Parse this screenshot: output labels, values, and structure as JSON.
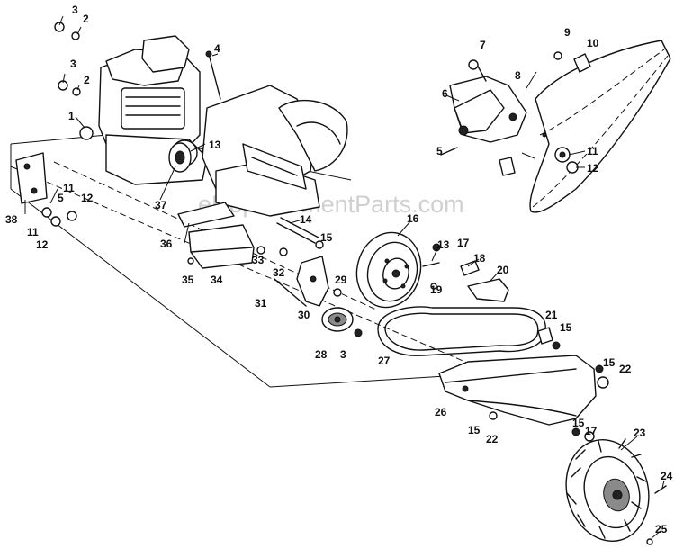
{
  "watermark": "eReplacementParts.com",
  "callouts": [
    {
      "id": "c3a",
      "text": "3"
    },
    {
      "id": "c2a",
      "text": "2"
    },
    {
      "id": "c4",
      "text": "4"
    },
    {
      "id": "c3b",
      "text": "3"
    },
    {
      "id": "c2b",
      "text": "2"
    },
    {
      "id": "c1",
      "text": "1"
    },
    {
      "id": "c13a",
      "text": "13"
    },
    {
      "id": "c37",
      "text": "37"
    },
    {
      "id": "c38",
      "text": "38"
    },
    {
      "id": "c11a",
      "text": "11"
    },
    {
      "id": "c5a",
      "text": "5"
    },
    {
      "id": "c12a",
      "text": "12"
    },
    {
      "id": "c11b",
      "text": "11"
    },
    {
      "id": "c12b",
      "text": "12"
    },
    {
      "id": "c36",
      "text": "36"
    },
    {
      "id": "c14",
      "text": "14"
    },
    {
      "id": "c16",
      "text": "16"
    },
    {
      "id": "c15a",
      "text": "15"
    },
    {
      "id": "c13b",
      "text": "13"
    },
    {
      "id": "c17a",
      "text": "17"
    },
    {
      "id": "c33",
      "text": "33"
    },
    {
      "id": "c35",
      "text": "35"
    },
    {
      "id": "c34",
      "text": "34"
    },
    {
      "id": "c32",
      "text": "32"
    },
    {
      "id": "c18",
      "text": "18"
    },
    {
      "id": "c20",
      "text": "20"
    },
    {
      "id": "c31",
      "text": "31"
    },
    {
      "id": "c29",
      "text": "29"
    },
    {
      "id": "c19",
      "text": "19"
    },
    {
      "id": "c30",
      "text": "30"
    },
    {
      "id": "c21",
      "text": "21"
    },
    {
      "id": "c15b",
      "text": "15"
    },
    {
      "id": "c28",
      "text": "28"
    },
    {
      "id": "c3c",
      "text": "3"
    },
    {
      "id": "c27",
      "text": "27"
    },
    {
      "id": "c15c",
      "text": "15"
    },
    {
      "id": "c22a",
      "text": "22"
    },
    {
      "id": "c26",
      "text": "26"
    },
    {
      "id": "c15d",
      "text": "15"
    },
    {
      "id": "c22b",
      "text": "22"
    },
    {
      "id": "c15e",
      "text": "15"
    },
    {
      "id": "c17b",
      "text": "17"
    },
    {
      "id": "c23",
      "text": "23"
    },
    {
      "id": "c24",
      "text": "24"
    },
    {
      "id": "c25",
      "text": "25"
    },
    {
      "id": "c7",
      "text": "7"
    },
    {
      "id": "c9",
      "text": "9"
    },
    {
      "id": "c10",
      "text": "10"
    },
    {
      "id": "c8",
      "text": "8"
    },
    {
      "id": "c6",
      "text": "6"
    },
    {
      "id": "c5b",
      "text": "5"
    },
    {
      "id": "c11c",
      "text": "11"
    },
    {
      "id": "c12c",
      "text": "12"
    }
  ]
}
